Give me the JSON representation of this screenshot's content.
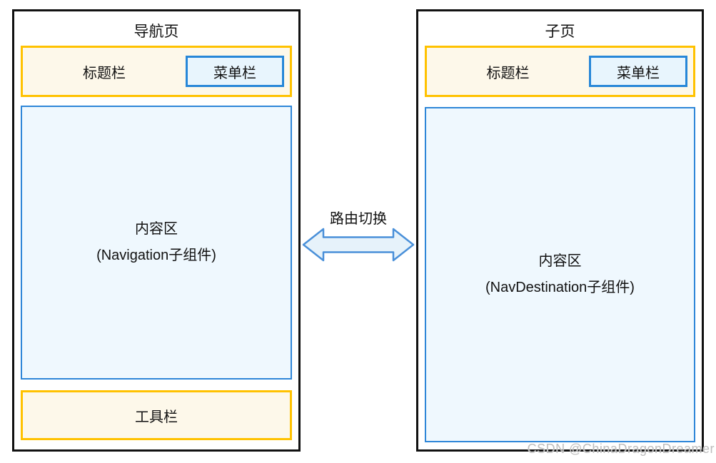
{
  "diagram": {
    "left_panel": {
      "title": "导航页",
      "title_bar": {
        "label": "标题栏",
        "menu_label": "菜单栏"
      },
      "content": {
        "line1": "内容区",
        "line2": "(Navigation子组件)"
      },
      "toolbar_label": "工具栏"
    },
    "right_panel": {
      "title": "子页",
      "title_bar": {
        "label": "标题栏",
        "menu_label": "菜单栏"
      },
      "content": {
        "line1": "内容区",
        "line2": "(NavDestination子组件)"
      }
    },
    "arrow_label": "路由切换",
    "watermark": "CSDN @ChinaDragonDreamer",
    "colors": {
      "panel_border": "#111111",
      "bar_border": "#ffc200",
      "bar_fill": "#fdf8ea",
      "blue_border": "#2787d8",
      "blue_fill": "#eff8fe",
      "menu_fill": "#e8f5fd",
      "arrow_stroke": "#4a90d9",
      "arrow_fill": "#e6f2fa",
      "watermark_gray": "#bdbdbd"
    }
  }
}
